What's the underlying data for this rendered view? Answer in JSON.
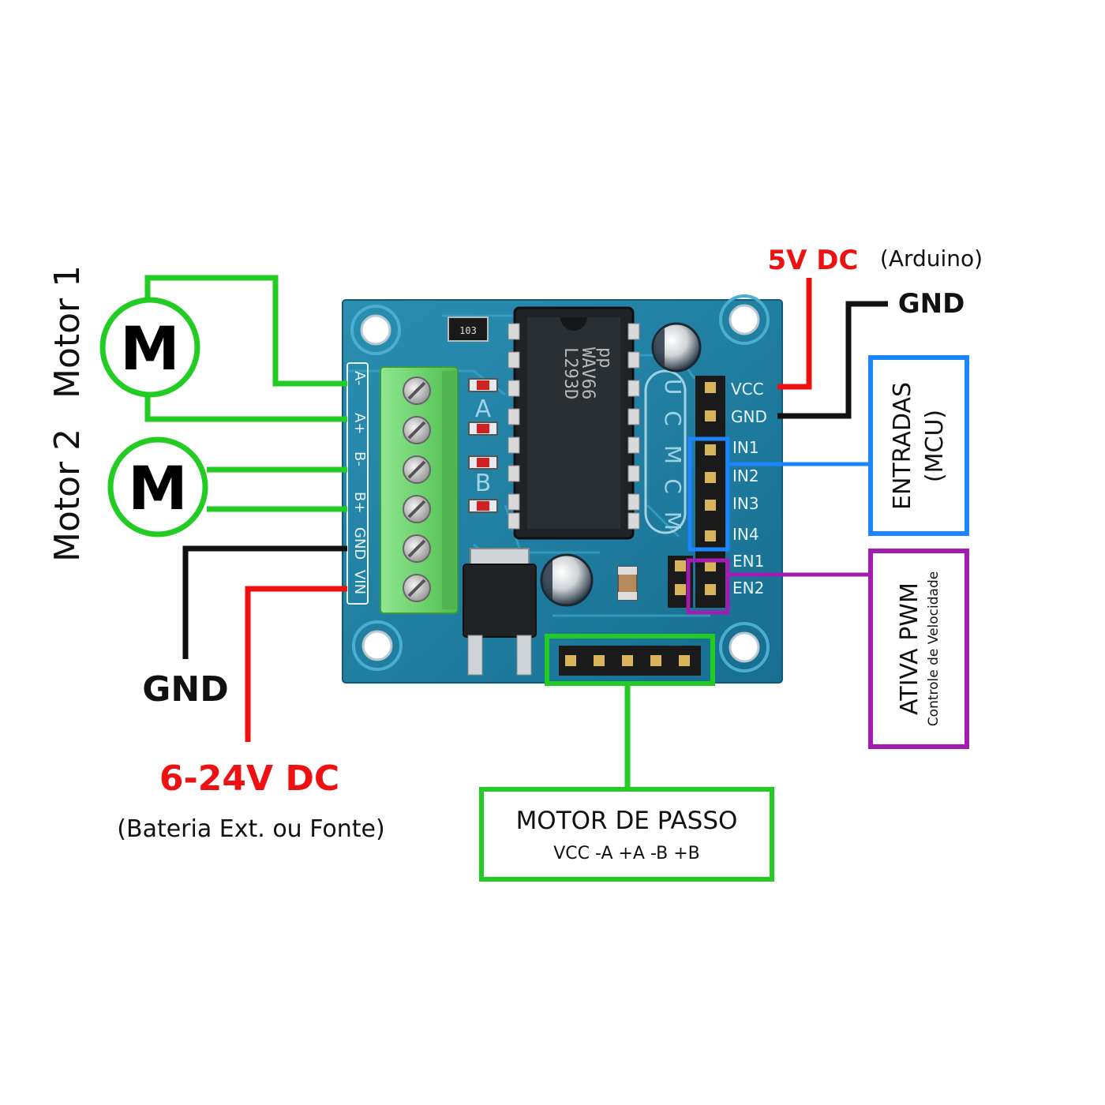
{
  "motors": {
    "motor1": {
      "caption": "Motor 1",
      "symbol": "M"
    },
    "motor2": {
      "caption": "Motor 2",
      "symbol": "M"
    }
  },
  "power_in": {
    "gnd_label": "GND",
    "voltage_label": "6-24V DC",
    "note": "(Bateria Ext. ou Fonte)"
  },
  "logic_power": {
    "voltage_label": "5V DC",
    "note": "(Arduino)",
    "gnd_label": "GND"
  },
  "terminal_labels": [
    "A-",
    "A+",
    "B-",
    "B+",
    "GND",
    "VIN"
  ],
  "header_labels": [
    "VCC",
    "GND",
    "IN1",
    "IN2",
    "IN3",
    "IN4",
    "EN1",
    "EN2"
  ],
  "board": {
    "chip_lines": [
      "L293D",
      "WAV66",
      "pp"
    ],
    "channel_a": "A",
    "channel_b": "B",
    "mcu_letters": [
      "U",
      "C",
      "M",
      "C",
      "M"
    ],
    "resistor_code": "103"
  },
  "callouts": {
    "inputs": {
      "title": "ENTRADAS",
      "subtitle": "(MCU)"
    },
    "pwm": {
      "title": "ATIVA PWM",
      "subtitle": "Controle de Velocidade"
    },
    "stepper": {
      "title": "MOTOR DE PASSO",
      "subtitle": "VCC -A +A -B +B"
    }
  },
  "colors": {
    "green": "#22cc22",
    "red": "#ee1111",
    "black": "#111111",
    "blue": "#1a85ff",
    "purple": "#a21caf",
    "pcb": "#1d7ea0",
    "terminal": "#6fd86f"
  }
}
